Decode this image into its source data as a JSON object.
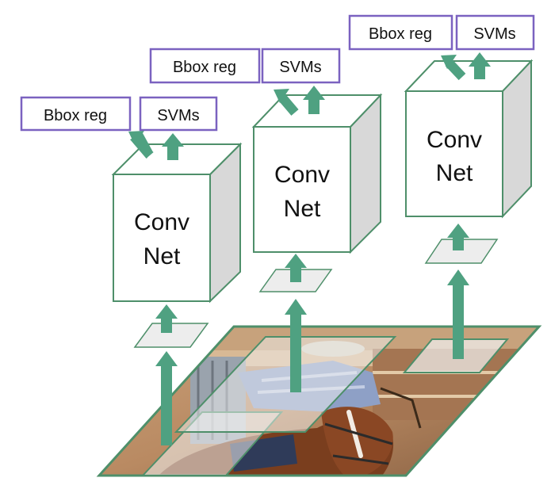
{
  "colors": {
    "arrow": "#4fa181",
    "box_stroke": "#4e8f6a",
    "label_border": "#7b62c0",
    "cube_side": "#d8d8d8",
    "region_fill": "#eeeeee"
  },
  "columns": [
    {
      "conv_line1": "Conv",
      "conv_line2": "Net",
      "bbox_label": "Bbox reg",
      "svm_label": "SVMs"
    },
    {
      "conv_line1": "Conv",
      "conv_line2": "Net",
      "bbox_label": "Bbox reg",
      "svm_label": "SVMs"
    },
    {
      "conv_line1": "Conv",
      "conv_line2": "Net",
      "bbox_label": "Bbox reg",
      "svm_label": "SVMs"
    }
  ],
  "icons": {
    "input_image": "horse-rider-photo"
  }
}
